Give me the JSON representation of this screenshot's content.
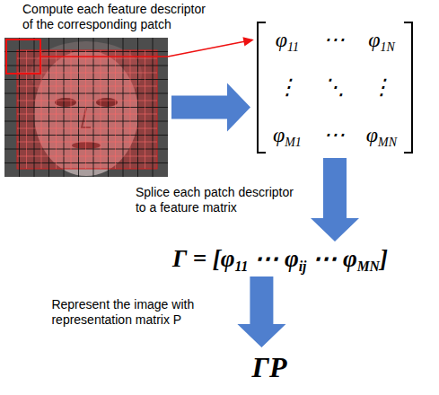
{
  "diagram": {
    "nodes": [
      {
        "text": [
          "Compute each feature descriptor of the corresponding patch"
        ]
      },
      {
        "text": [
          "φ11",
          "⋯",
          "φ1N",
          "⋮",
          "⋱",
          "⋮",
          "φM1",
          "⋯",
          "φMN"
        ]
      },
      {
        "text": [
          "Γ = [φ11 ⋯ φij ⋯ φMN]"
        ]
      },
      {
        "text": [
          "ΓP"
        ]
      }
    ],
    "edges": [
      {
        "from": 0,
        "to": 1,
        "arrow": "to"
      },
      {
        "from": 0,
        "to": 1,
        "arrow": "to"
      },
      {
        "from": 1,
        "to": 2,
        "arrow": "to",
        "label": "Splice each patch descriptor to a feature matrix"
      },
      {
        "from": 2,
        "to": 3,
        "arrow": "to",
        "label": "Represent the image with representation matrix P"
      }
    ]
  }
}
